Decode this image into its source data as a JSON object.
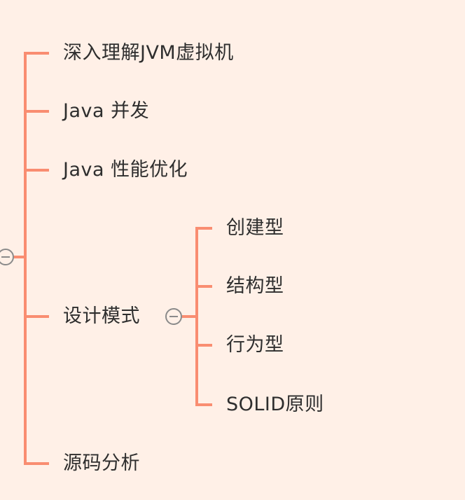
{
  "mindmap": {
    "children": [
      {
        "label": "深入理解JVM虚拟机"
      },
      {
        "label": "Java 并发"
      },
      {
        "label": "Java 性能优化"
      },
      {
        "label": "设计模式",
        "collapse_toggle": "minus-circle-icon",
        "children": [
          {
            "label": "创建型"
          },
          {
            "label": "结构型"
          },
          {
            "label": "行为型"
          },
          {
            "label": "SOLID原则"
          }
        ]
      },
      {
        "label": "源码分析"
      }
    ],
    "root_collapse_toggle": "minus-circle-icon",
    "colors": {
      "background": "#fff0e7",
      "connector": "#f98d71",
      "text": "#2e2e2e",
      "toggle": "#8a8a8a"
    }
  }
}
